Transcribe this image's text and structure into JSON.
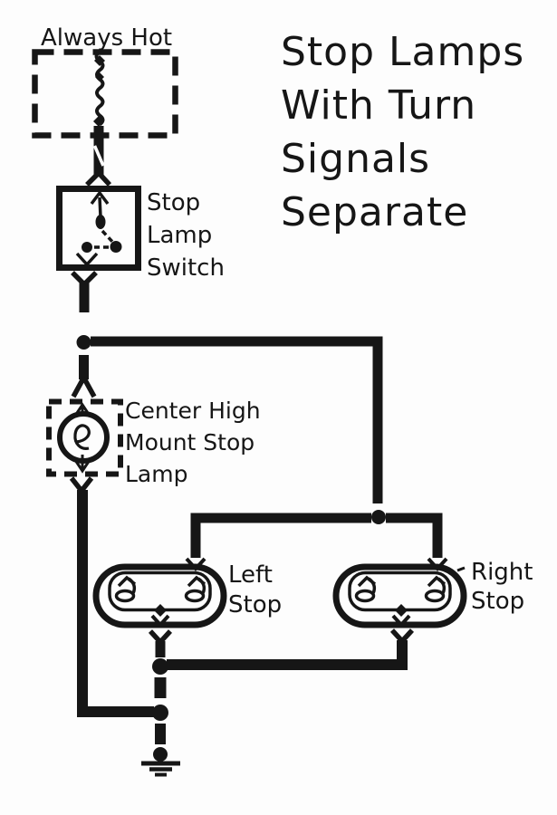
{
  "title": {
    "lines": [
      "Stop Lamps",
      "With Turn",
      "Signals",
      "Separate"
    ]
  },
  "components": {
    "power_source": {
      "label": "Always Hot"
    },
    "stop_lamp_switch": {
      "label_lines": [
        "Stop",
        "Lamp",
        "Switch"
      ]
    },
    "center_high_mount_lamp": {
      "label_lines": [
        "Center High",
        "Mount Stop",
        "Lamp"
      ]
    },
    "left_stop_lamp": {
      "label_lines": [
        "Left",
        "Stop"
      ]
    },
    "right_stop_lamp": {
      "label_lines": [
        "Right",
        "Stop"
      ]
    }
  },
  "icons": {
    "fuse": "wavy-fusible-link-line",
    "switch": "contact-arm-between-terminals",
    "bulb": "circle-with-filament-loop",
    "lamp_filament": "loop-with-up-arrow",
    "ground": "three-stacked-bars",
    "junction": "solid-dot",
    "connector": "y-chevron"
  },
  "colors": {
    "ink": "#161616",
    "paper": "#fdfdfd"
  }
}
